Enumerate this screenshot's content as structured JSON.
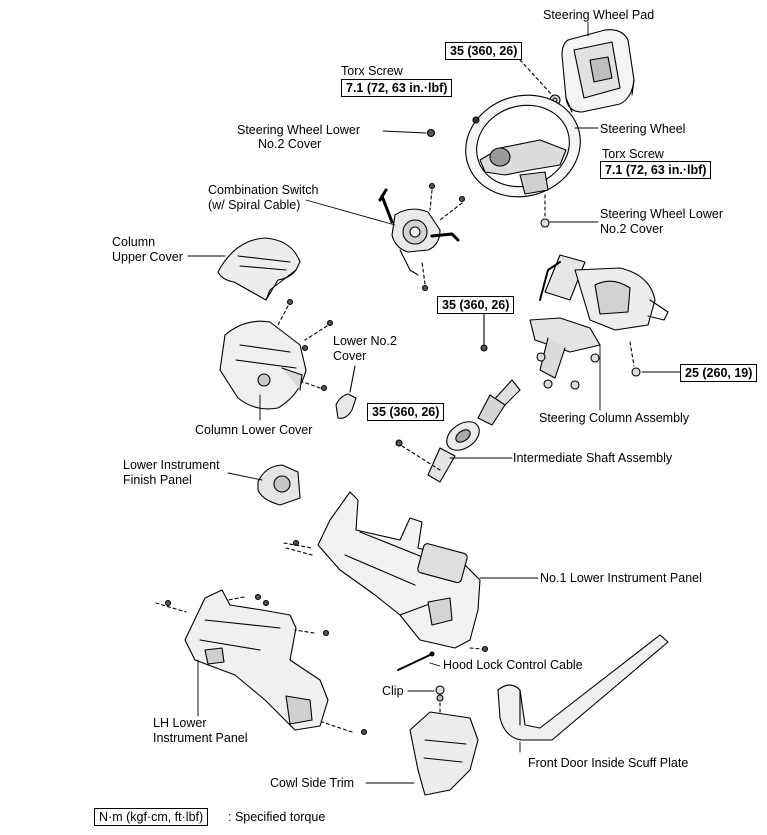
{
  "labels": {
    "steering_wheel_pad": "Steering Wheel Pad",
    "torx_screw_1": "Torx Screw",
    "steering_wheel_lower_1a": "Steering Wheel Lower",
    "steering_wheel_lower_1b": "No.2 Cover",
    "steering_wheel": "Steering Wheel",
    "torx_screw_2": "Torx Screw",
    "combination_switch_a": "Combination Switch",
    "combination_switch_b": "(w/ Spiral Cable)",
    "steering_wheel_lower_2a": "Steering Wheel Lower",
    "steering_wheel_lower_2b": "No.2 Cover",
    "column_upper_a": "Column",
    "column_upper_b": "Upper Cover",
    "lower_no2_a": "Lower No.2",
    "lower_no2_b": "Cover",
    "column_lower_cover": "Column Lower Cover",
    "steering_column_assembly": "Steering Column Assembly",
    "intermediate_shaft": "Intermediate Shaft Assembly",
    "lower_instr_finish_a": "Lower Instrument",
    "lower_instr_finish_b": "Finish Panel",
    "no1_lower_instr_panel": "No.1 Lower Instrument Panel",
    "hood_lock_cable": "Hood Lock Control Cable",
    "lh_lower_a": "LH Lower",
    "lh_lower_b": "Instrument Panel",
    "clip": "Clip",
    "front_door_scuff": "Front Door Inside Scuff Plate",
    "cowl_side_trim": "Cowl Side Trim"
  },
  "torques": {
    "pad_nut": "35 (360, 26)",
    "torx_1": "7.1 (72, 63 in.·lbf)",
    "torx_2": "7.1 (72, 63 in.·lbf)",
    "column_bolt": "35 (360, 26)",
    "column_nut": "25 (260, 19)",
    "shaft_bolt": "35 (360, 26)"
  },
  "legend": {
    "unit_box": "N·m (kgf·cm, ft·lbf)",
    "text": ": Specified torque"
  }
}
